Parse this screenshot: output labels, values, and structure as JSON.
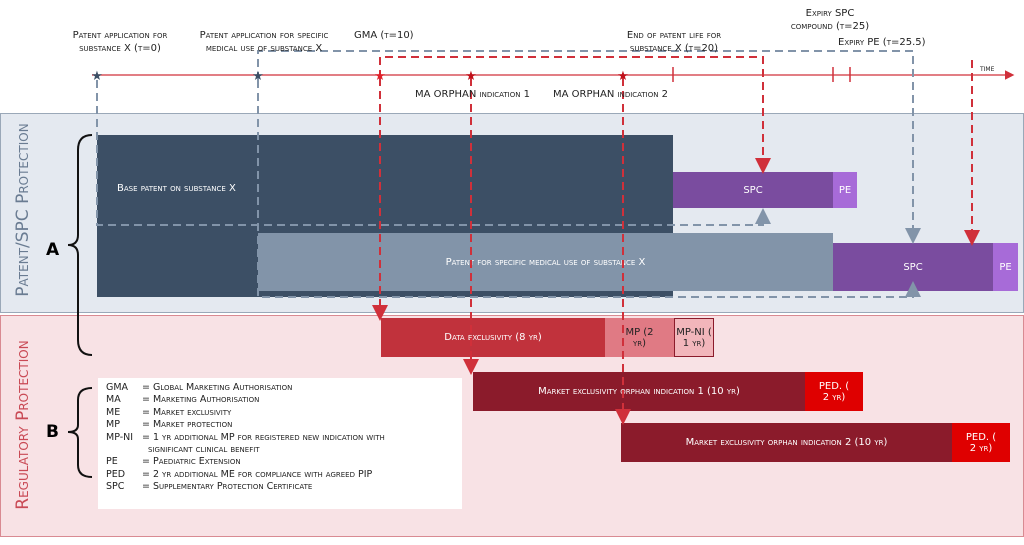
{
  "timeline": {
    "events": [
      {
        "label": "Patent application for substance X (t=0)"
      },
      {
        "label": "Patent application for specific medical use of substance X"
      },
      {
        "label": "GMA (t=10)"
      },
      {
        "label": "MA ORPHAN indication 1"
      },
      {
        "label": "MA ORPHAN indication 2"
      },
      {
        "label": "End of patent life for substance X (t=20)"
      },
      {
        "label": "Expiry SPC compound (t=25)"
      },
      {
        "label": "Expiry PE (t=25.5)"
      }
    ],
    "axis_label": "time"
  },
  "sections": {
    "patent": "Patent/SPC Protection",
    "regulatory": "Regulatory Protection"
  },
  "braces": {
    "a": "A",
    "b": "B"
  },
  "bars": {
    "base_patent": "Base patent on substance X",
    "spc1": "SPC",
    "pe1": "PE",
    "specific_patent": "Patent for specific medical use of substance X",
    "spc2": "SPC",
    "pe2": "PE",
    "data_excl": "Data exclusivity (8 yr)",
    "mp": "MP (2 yr)",
    "mpni": "MP-NI ( 1 yr)",
    "orphan1": "Market exclusivity orphan indication 1 (10 yr)",
    "ped1": "PED. ( 2 yr)",
    "orphan2": "Market exclusivity orphan indication 2 (10 yr)",
    "ped2": "PED. ( 2 yr)"
  },
  "legend": [
    {
      "k": "GMA",
      "v": "= Global Marketing Authorisation"
    },
    {
      "k": "MA",
      "v": "= Marketing Authorisation"
    },
    {
      "k": "ME",
      "v": "= Market exclusivity"
    },
    {
      "k": "MP",
      "v": "= Market protection"
    },
    {
      "k": "MP-NI",
      "v": "= 1 yr additional MP for registered new indication with"
    },
    {
      "k": "",
      "v": "  significant clinical benefit"
    },
    {
      "k": "PE",
      "v": "= Paediatric Extension"
    },
    {
      "k": "PED",
      "v": "= 2 yr additional ME for compliance with agreed PIP"
    },
    {
      "k": "SPC",
      "v": "= Supplementary Protection Certificate"
    }
  ],
  "colors": {
    "dark": "#3c4f65",
    "light": "#8294a9",
    "purple": "#7a4c9f",
    "pe": "#a76bd8",
    "red": "#c1323c",
    "darkred": "#8b1b2b",
    "ped": "#df0000"
  }
}
